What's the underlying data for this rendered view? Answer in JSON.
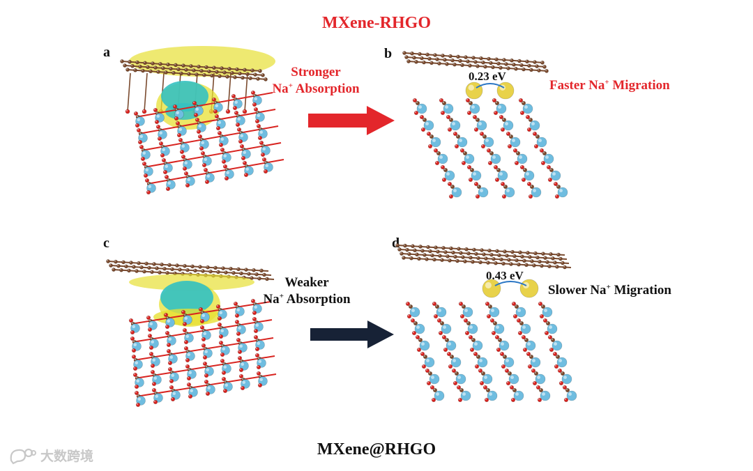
{
  "figure": {
    "title_top": "MXene-RHGO",
    "title_bottom": "MXene@RHGO",
    "colors": {
      "highlight_red": "#e3262b",
      "arrow_red": "#e3262b",
      "arrow_dark": "#172236",
      "carbon_atom": "#7a4a2e",
      "oxygen_atom": "#d8231f",
      "ti_atom": "#6fbde0",
      "sodium_atom": "#e8d24a",
      "charge_accumulation": "#e7e034",
      "charge_depletion": "#35c1c1"
    },
    "panels": {
      "a": {
        "letter": "a",
        "label_line1": "Stronger",
        "label_line2_prefix": "Na",
        "label_line2_sup": "+",
        "label_line2_suffix": " Absorption"
      },
      "b": {
        "letter": "b",
        "energy": "0.23 eV",
        "label_prefix": "Faster Na",
        "label_sup": "+",
        "label_suffix": " Migration"
      },
      "c": {
        "letter": "c",
        "label_line1": "Weaker",
        "label_line2_prefix": "Na",
        "label_line2_sup": "+",
        "label_line2_suffix": " Absorption"
      },
      "d": {
        "letter": "d",
        "energy": "0.43 eV",
        "label_prefix": "Slower Na",
        "label_sup": "+",
        "label_suffix": " Migration"
      }
    },
    "watermark": {
      "text": "大数跨境",
      "icon": "chat-bubble-logo-icon"
    }
  }
}
